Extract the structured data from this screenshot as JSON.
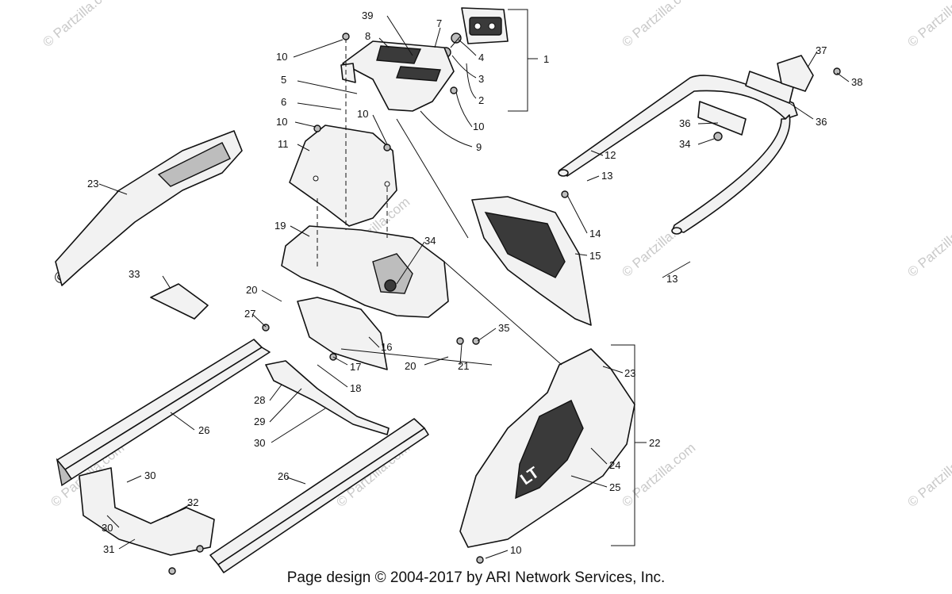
{
  "watermark": "© Partzilla.com",
  "footer_text": "Page design © 2004-2017 by ARI Network Services, Inc.",
  "callouts": {
    "c1": "1",
    "c2": "2",
    "c3": "3",
    "c4": "4",
    "c5": "5",
    "c6": "6",
    "c7": "7",
    "c8": "8",
    "c9": "9",
    "c10a": "10",
    "c10b": "10",
    "c10c": "10",
    "c10d": "10",
    "c10e": "10",
    "c11": "11",
    "c12": "12",
    "c13a": "13",
    "c13b": "13",
    "c14": "14",
    "c15": "15",
    "c16": "16",
    "c17": "17",
    "c18": "18",
    "c19": "19",
    "c20a": "20",
    "c20b": "20",
    "c21": "21",
    "c22": "22",
    "c23a": "23",
    "c23b": "23",
    "c24": "24",
    "c25": "25",
    "c26a": "26",
    "c26b": "26",
    "c27": "27",
    "c28": "28",
    "c29": "29",
    "c30a": "30",
    "c30b": "30",
    "c30c": "30",
    "c31": "31",
    "c32": "32",
    "c33": "33",
    "c34a": "34",
    "c34b": "34",
    "c35": "35",
    "c36a": "36",
    "c36b": "36",
    "c37": "37",
    "c38": "38",
    "c39": "39"
  },
  "decal_text": "LT"
}
